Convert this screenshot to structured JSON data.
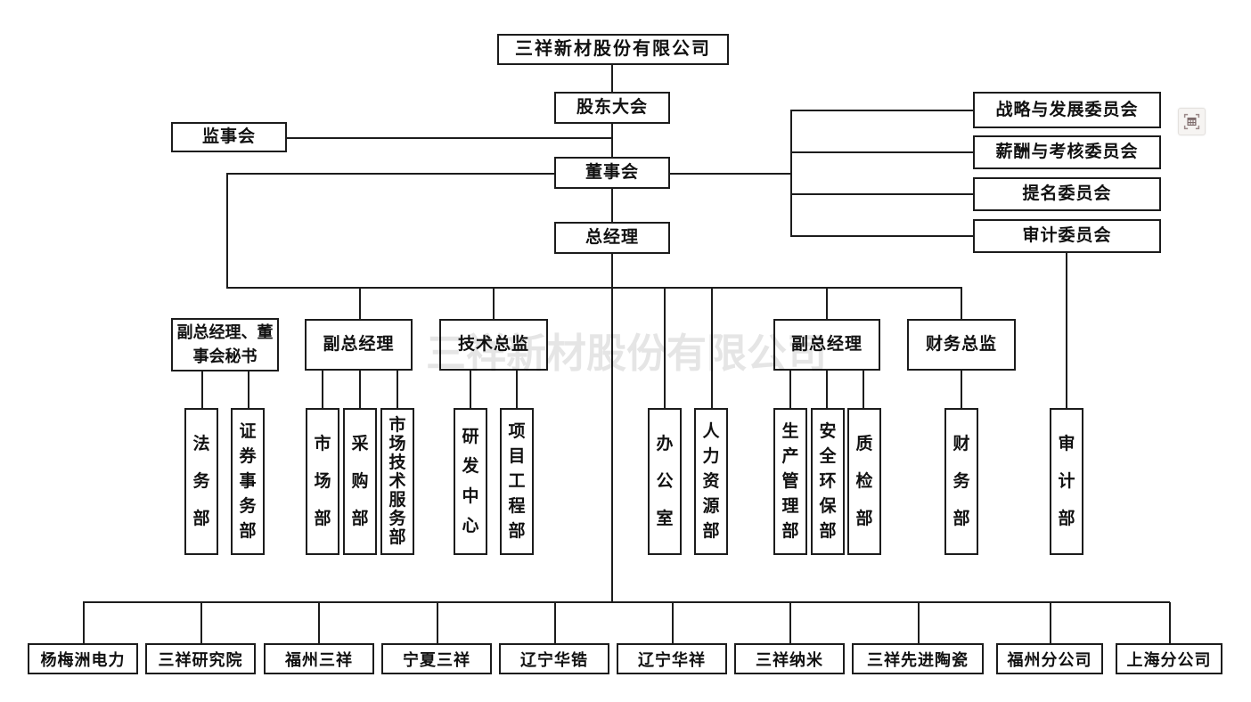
{
  "watermark": "三祥新材股份有限公司",
  "colors": {
    "line": "#1c1c1c",
    "box-border": "#1c1c1c",
    "text": "#111111"
  },
  "org": {
    "company": "三祥新材股份有限公司",
    "shareholders_meeting": "股东大会",
    "supervisory_board": "监事会",
    "board_of_directors": "董事会",
    "general_manager": "总经理",
    "committees": [
      "战略与发展委员会",
      "薪酬与考核委员会",
      "提名委员会",
      "审计委员会"
    ],
    "management": [
      "副总经理、董事会秘书",
      "副总经理",
      "技术总监",
      "副总经理",
      "财务总监"
    ],
    "departments": [
      "法务部",
      "证券事务部",
      "市场部",
      "采购部",
      "市场技术服务部",
      "研发中心",
      "项目工程部",
      "办公室",
      "人力资源部",
      "生产管理部",
      "安全环保部",
      "质检部",
      "财务部",
      "审计部"
    ],
    "subsidiaries": [
      "杨梅洲电力",
      "三祥研究院",
      "福州三祥",
      "宁夏三祥",
      "辽宁华锆",
      "辽宁华祥",
      "三祥纳米",
      "三祥先进陶瓷",
      "福州分公司",
      "上海分公司"
    ]
  }
}
